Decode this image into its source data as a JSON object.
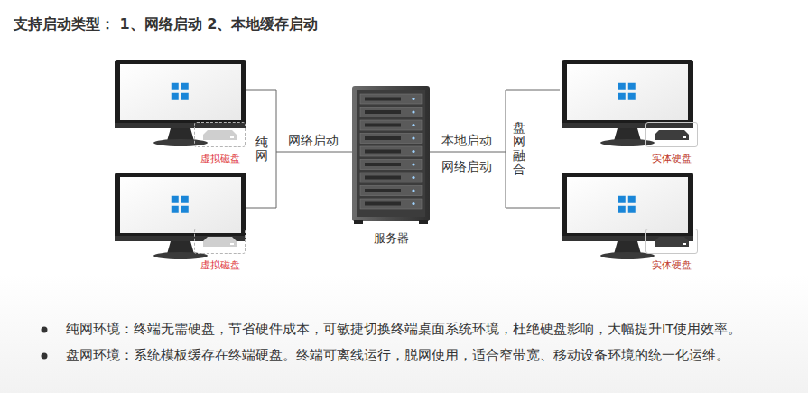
{
  "diagram": {
    "title": "支持启动类型： 1、网络启动  2、本地缓存启动",
    "nodes": [
      {
        "text": [
          "虚拟磁盘"
        ]
      },
      {
        "text": [
          "服务器"
        ]
      },
      {
        "text": [
          "实体硬盘"
        ]
      },
      {
        "text": [
          "虚拟磁盘"
        ]
      },
      {
        "text": [
          "实体硬盘"
        ]
      }
    ],
    "labels": [
      "纯网",
      "网络启动",
      "本地启动",
      "网络启动",
      "盘网融合",
      "纯网环境：终端无需硬盘，节省硬件成本，可敏捷切换终端桌面系统环境，杜绝硬盘影响，大幅提升IT使用效率。",
      "盘网环境：系统模板缓存在终端硬盘。终端可离线运行，脱网使用，适合窄带宽、移动设备环境的统一化运维。"
    ]
  }
}
